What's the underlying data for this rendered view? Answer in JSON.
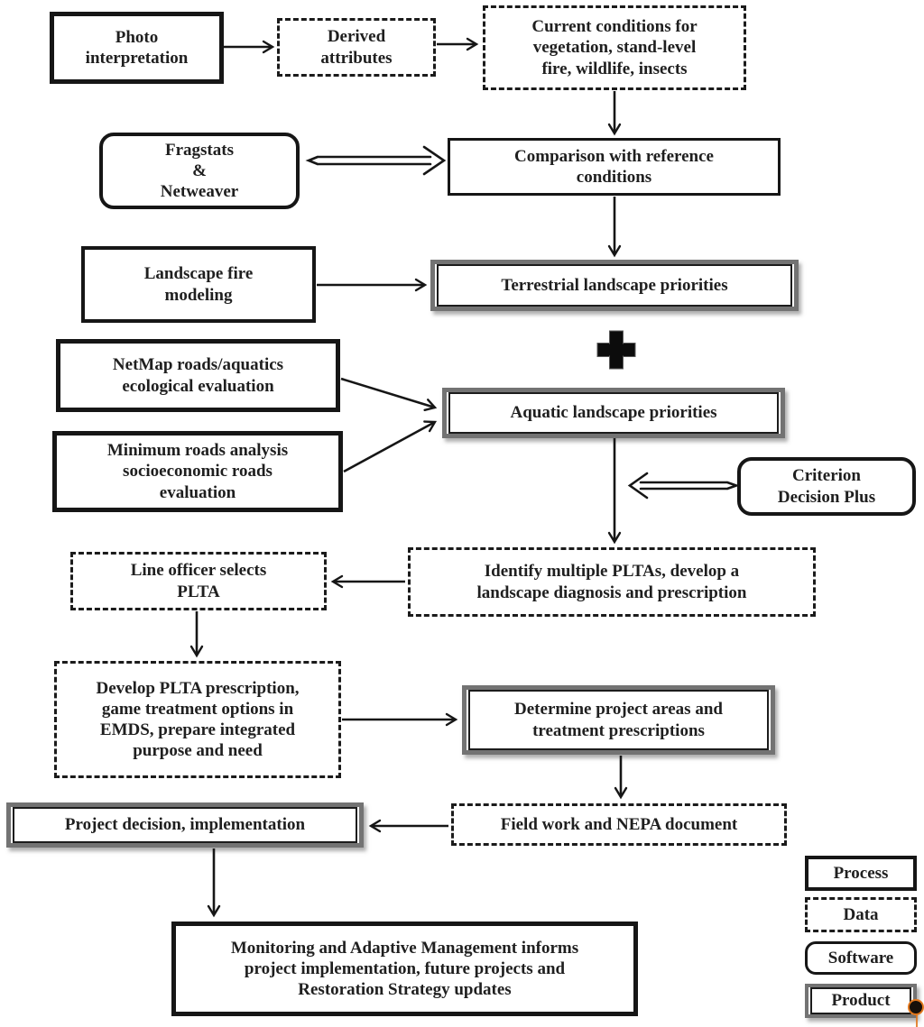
{
  "figure": {
    "description": "Restoration strategy workflow flowchart",
    "background": "#ffffff"
  },
  "nodes": {
    "photo": {
      "label": "Photo\ninterpretation",
      "type": "process"
    },
    "derived": {
      "label": "Derived\nattributes",
      "type": "data"
    },
    "current": {
      "label": "Current conditions for\nvegetation, stand-level\nfire, wildlife, insects",
      "type": "data"
    },
    "fragstats": {
      "label": "Fragstats\n&\nNetweaver",
      "type": "software"
    },
    "comparison": {
      "label": "Comparison with reference\nconditions",
      "type": "process"
    },
    "landscape": {
      "label": "Landscape fire\nmodeling",
      "type": "process"
    },
    "terrestrial": {
      "label": "Terrestrial landscape priorities",
      "type": "product"
    },
    "netmap": {
      "label": "NetMap roads/aquatics\necological evaluation",
      "type": "process"
    },
    "aquatic": {
      "label": "Aquatic landscape priorities",
      "type": "product"
    },
    "minimum": {
      "label": "Minimum roads analysis\nsocioeconomic roads\nevaluation",
      "type": "process"
    },
    "criterion": {
      "label": "Criterion\nDecision Plus",
      "type": "software"
    },
    "identify": {
      "label": "Identify multiple PLTAs, develop a\nlandscape diagnosis and prescription",
      "type": "data"
    },
    "lineofficer": {
      "label": "Line officer selects\nPLTA",
      "type": "data"
    },
    "develop": {
      "label": "Develop PLTA prescription,\ngame treatment options in\nEMDS, prepare integrated\npurpose and need",
      "type": "data"
    },
    "determine": {
      "label": "Determine project areas and\ntreatment prescriptions",
      "type": "product"
    },
    "fieldwork": {
      "label": "Field  work and NEPA document",
      "type": "data"
    },
    "project": {
      "label": "Project decision, implementation",
      "type": "product"
    },
    "monitoring": {
      "label": "Monitoring and Adaptive Management informs\nproject implementation, future projects and\nRestoration Strategy updates",
      "type": "process"
    }
  },
  "edges": [
    {
      "from": "photo",
      "to": "derived",
      "style": "arrow"
    },
    {
      "from": "derived",
      "to": "current",
      "style": "arrow"
    },
    {
      "from": "current",
      "to": "comparison",
      "style": "arrow"
    },
    {
      "from": "fragstats",
      "to": "comparison",
      "style": "double-arrow"
    },
    {
      "from": "comparison",
      "to": "terrestrial",
      "style": "arrow"
    },
    {
      "from": "landscape",
      "to": "terrestrial",
      "style": "arrow"
    },
    {
      "from": "netmap",
      "to": "aquatic",
      "style": "arrow"
    },
    {
      "from": "minimum",
      "to": "aquatic",
      "style": "arrow"
    },
    {
      "from": "terrestrial",
      "to": "aquatic",
      "style": "plus-join"
    },
    {
      "from": "aquatic",
      "to": "identify",
      "style": "arrow"
    },
    {
      "from": "criterion",
      "to": "aquatic-identify-link",
      "style": "double-arrow"
    },
    {
      "from": "identify",
      "to": "lineofficer",
      "style": "arrow"
    },
    {
      "from": "lineofficer",
      "to": "develop",
      "style": "arrow"
    },
    {
      "from": "develop",
      "to": "determine",
      "style": "arrow"
    },
    {
      "from": "determine",
      "to": "fieldwork",
      "style": "arrow"
    },
    {
      "from": "fieldwork",
      "to": "project",
      "style": "arrow"
    },
    {
      "from": "project",
      "to": "monitoring",
      "style": "arrow"
    }
  ],
  "legend": {
    "items": [
      {
        "label": "Process",
        "type": "process"
      },
      {
        "label": "Data",
        "type": "data"
      },
      {
        "label": "Software",
        "type": "software"
      },
      {
        "label": "Product",
        "type": "product"
      }
    ]
  },
  "icons": {
    "plus_icon": "plus",
    "cursor_dot": "recording-cursor-artifact"
  },
  "colors": {
    "line": "#161616",
    "text": "#1f1f1f",
    "product_border": "#737373",
    "background": "#ffffff",
    "cursor_dot_fill": "#17100a",
    "cursor_dot_ring": "#e0761c"
  }
}
